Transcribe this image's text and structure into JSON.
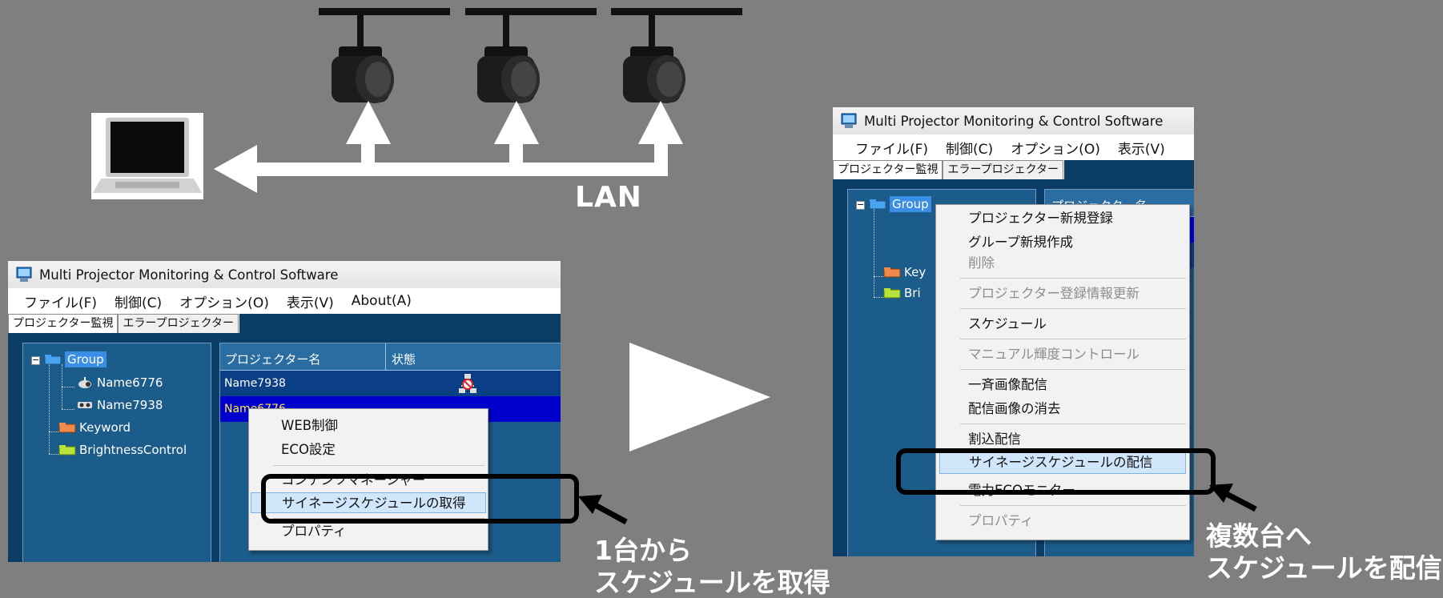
{
  "diagram": {
    "lan_label": "LAN",
    "colors": {
      "background": "#7f7f7f",
      "arrow": "#ffffff"
    }
  },
  "left_window": {
    "title": "Multi Projector Monitoring & Control Software",
    "menu": [
      "ファイル(F)",
      "制御(C)",
      "オプション(O)",
      "表示(V)",
      "About(A)"
    ],
    "tabs": [
      "プロジェクター監視",
      "エラープロジェクター"
    ],
    "tree": {
      "group": "Group",
      "children": [
        "Name6776",
        "Name7938"
      ],
      "keyword": "Keyword",
      "brightness": "BrightnessControl"
    },
    "list": {
      "headers": [
        "プロジェクター名",
        "状態"
      ],
      "rows": [
        "Name7938",
        "Name6776"
      ]
    },
    "context_menu": {
      "items": [
        "WEB制御",
        "ECO設定",
        "コンテンツマネージャー",
        "サイネージスケジュールの取得",
        "プロパティ"
      ],
      "highlighted": "サイネージスケジュールの取得"
    },
    "caption_line1": "1台から",
    "caption_line2": "スケジュールを取得"
  },
  "right_window": {
    "title": "Multi Projector Monitoring & Control Software",
    "menu": [
      "ファイル(F)",
      "制御(C)",
      "オプション(O)",
      "表示(V)"
    ],
    "tabs": [
      "プロジェクター監視",
      "エラープロジェクター"
    ],
    "tree": {
      "group": "Group",
      "keyword": "Key",
      "brightness": "Bri"
    },
    "list_header_partial": "プロジェクター名",
    "context_menu": {
      "items": [
        "プロジェクター新規登録",
        "グループ新規作成",
        "削除",
        "プロジェクター登録情報更新",
        "スケジュール",
        "マニュアル輝度コントロール",
        "一斉画像配信",
        "配信画像の消去",
        "割込配信",
        "サイネージスケジュールの配信",
        "電力ECOモニター",
        "プロパティ"
      ],
      "highlighted": "サイネージスケジュールの配信"
    },
    "caption_line1": "複数台へ",
    "caption_line2": "スケジュールを配信"
  }
}
